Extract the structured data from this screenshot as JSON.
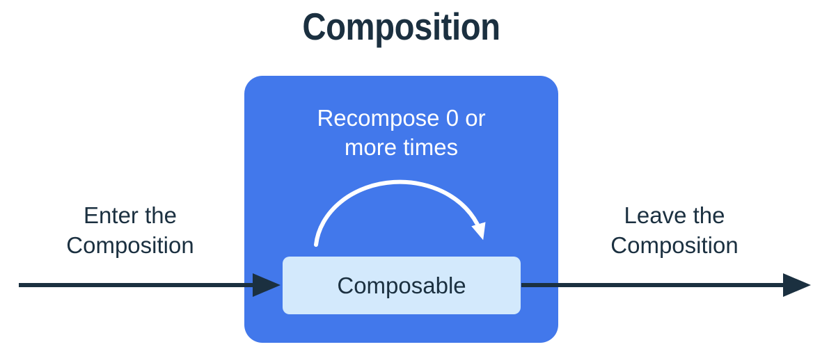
{
  "title": "Composition",
  "composition_box": {
    "recompose_label": "Recompose 0 or\nmore times",
    "composable_label": "Composable"
  },
  "labels": {
    "enter": "Enter the\nComposition",
    "leave": "Leave the\nComposition"
  },
  "colors": {
    "ink": "#1B3040",
    "box_blue": "#4278EB",
    "composable_bg": "#D3E9FC",
    "arc_white": "#FFFFFF",
    "background": "#FFFFFF"
  }
}
